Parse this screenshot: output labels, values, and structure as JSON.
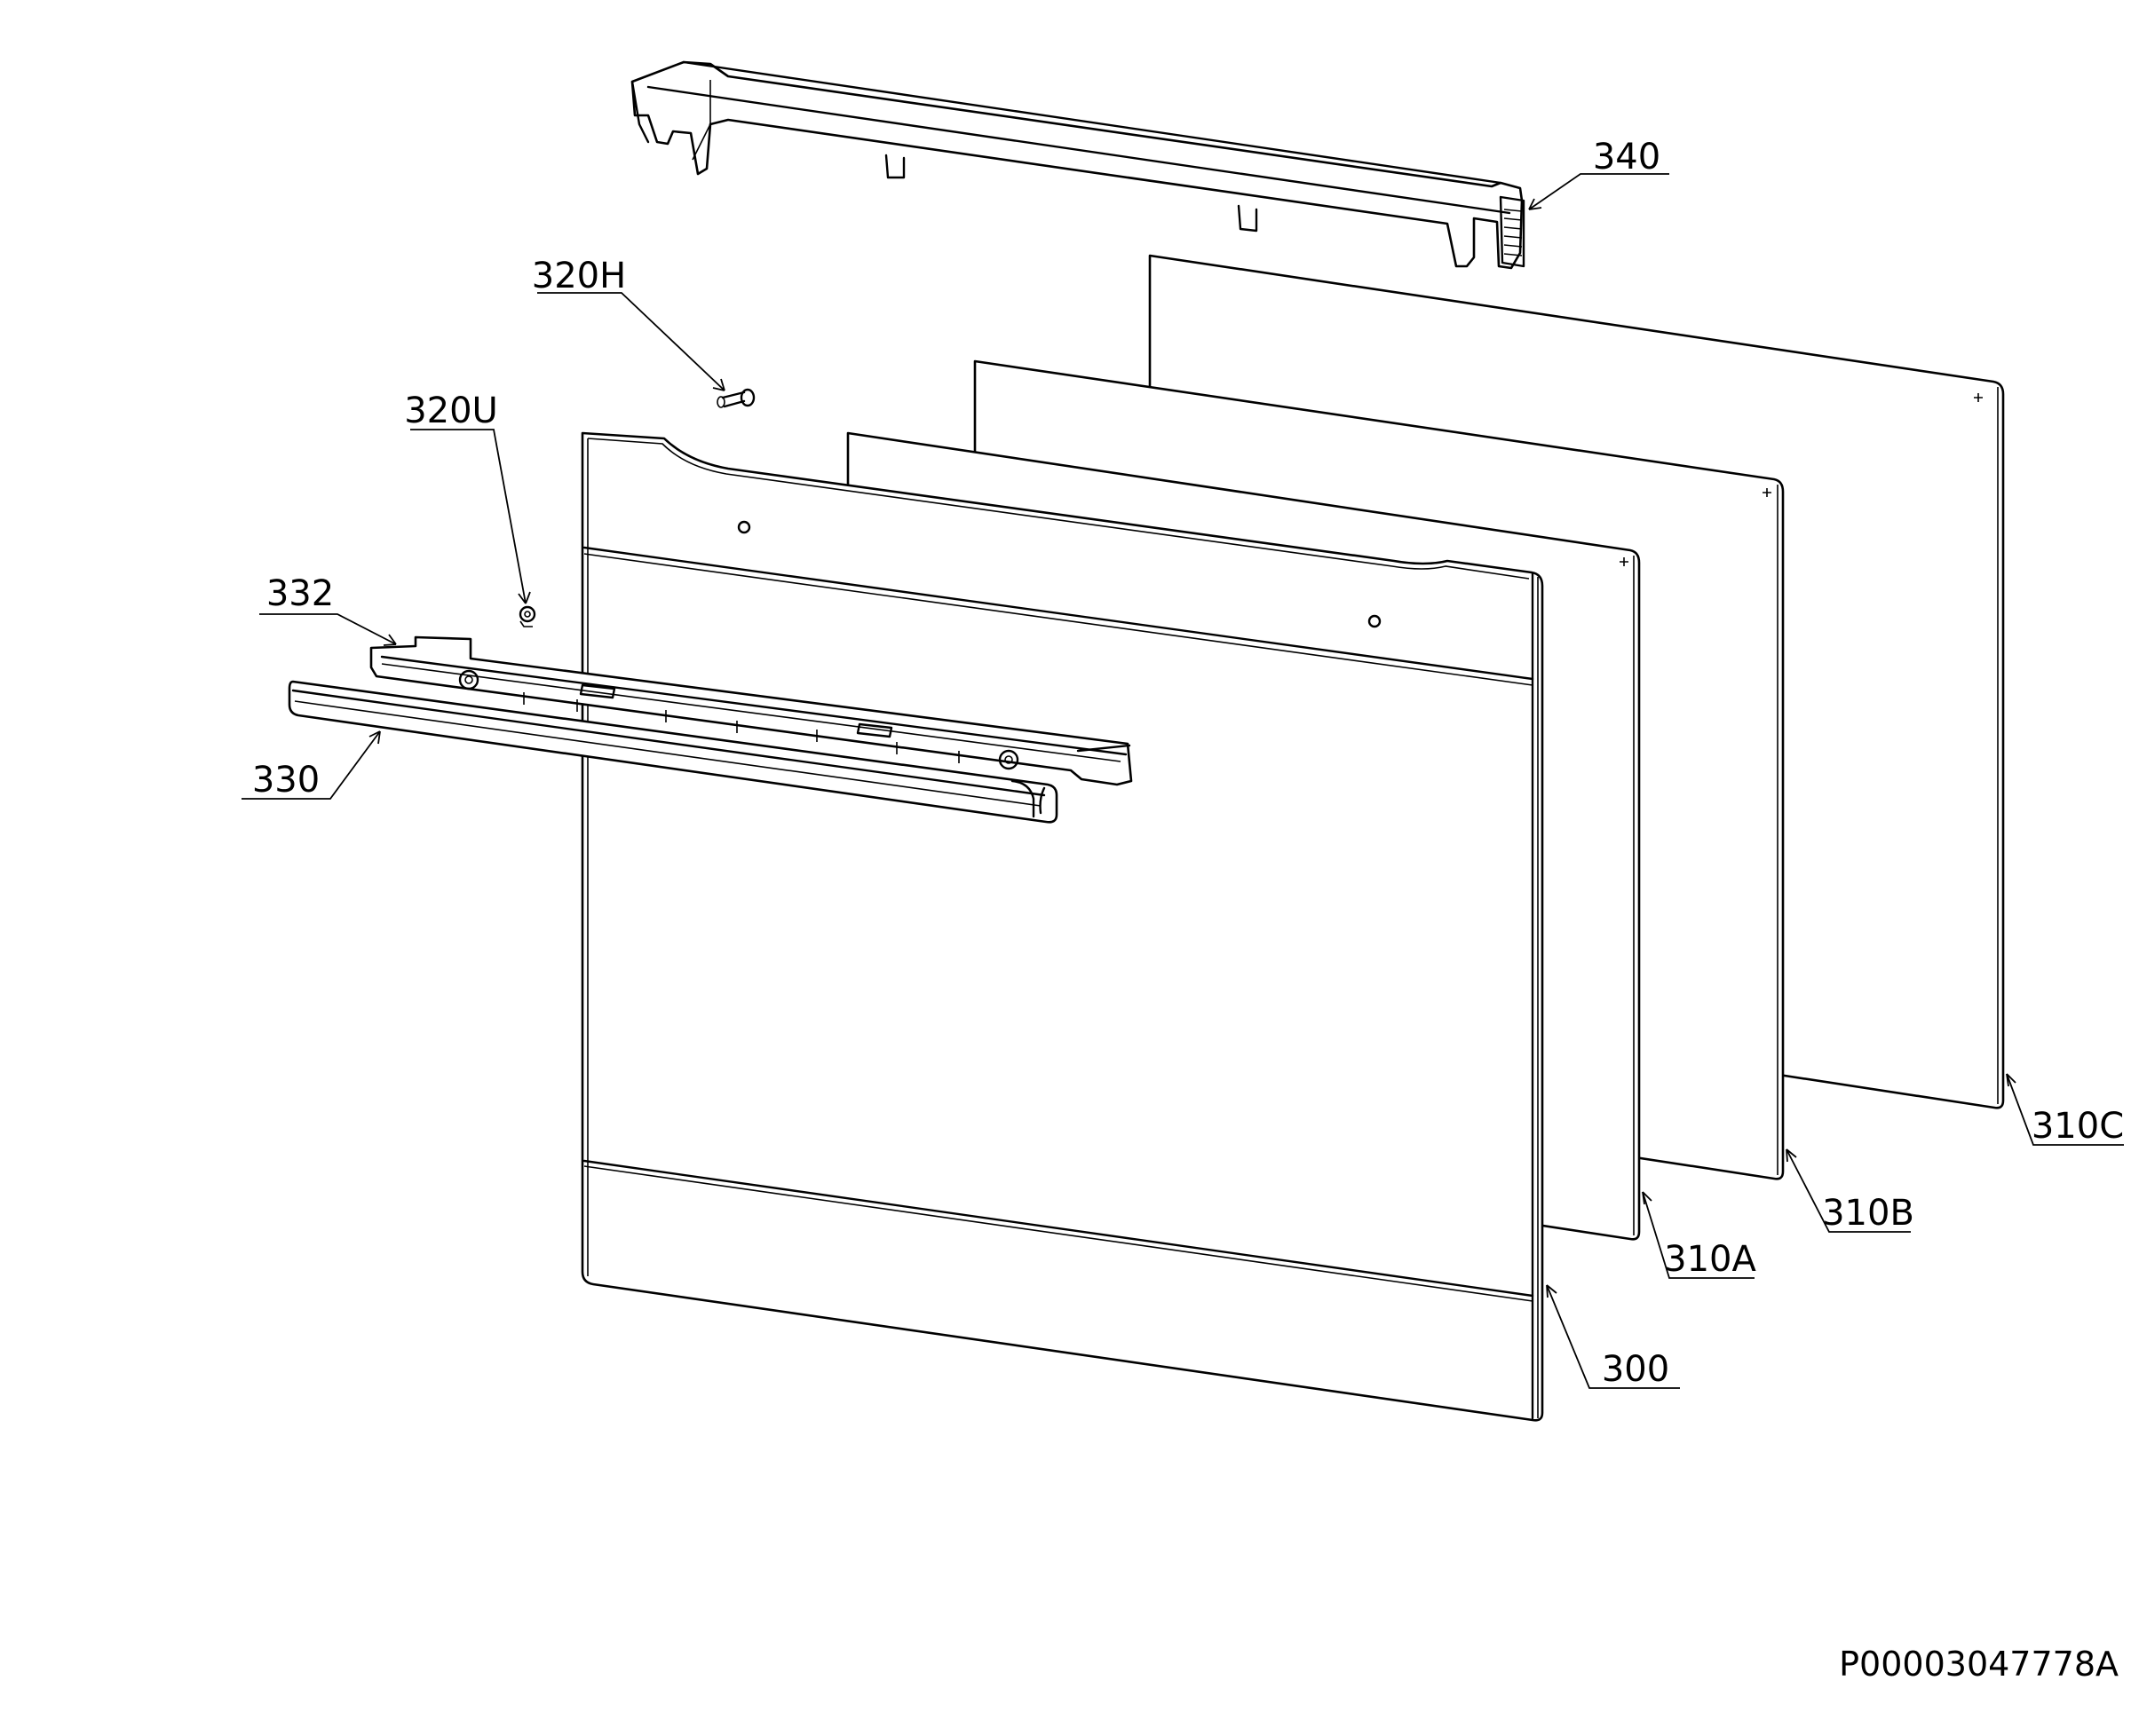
{
  "diagram": {
    "document_code": "P00003047778A",
    "parts": [
      {
        "id": "340",
        "label": "340"
      },
      {
        "id": "320H",
        "label": "320H"
      },
      {
        "id": "320U",
        "label": "320U"
      },
      {
        "id": "332",
        "label": "332"
      },
      {
        "id": "330",
        "label": "330"
      },
      {
        "id": "310C",
        "label": "310C"
      },
      {
        "id": "310B",
        "label": "310B"
      },
      {
        "id": "310A",
        "label": "310A"
      },
      {
        "id": "300",
        "label": "300"
      }
    ]
  }
}
